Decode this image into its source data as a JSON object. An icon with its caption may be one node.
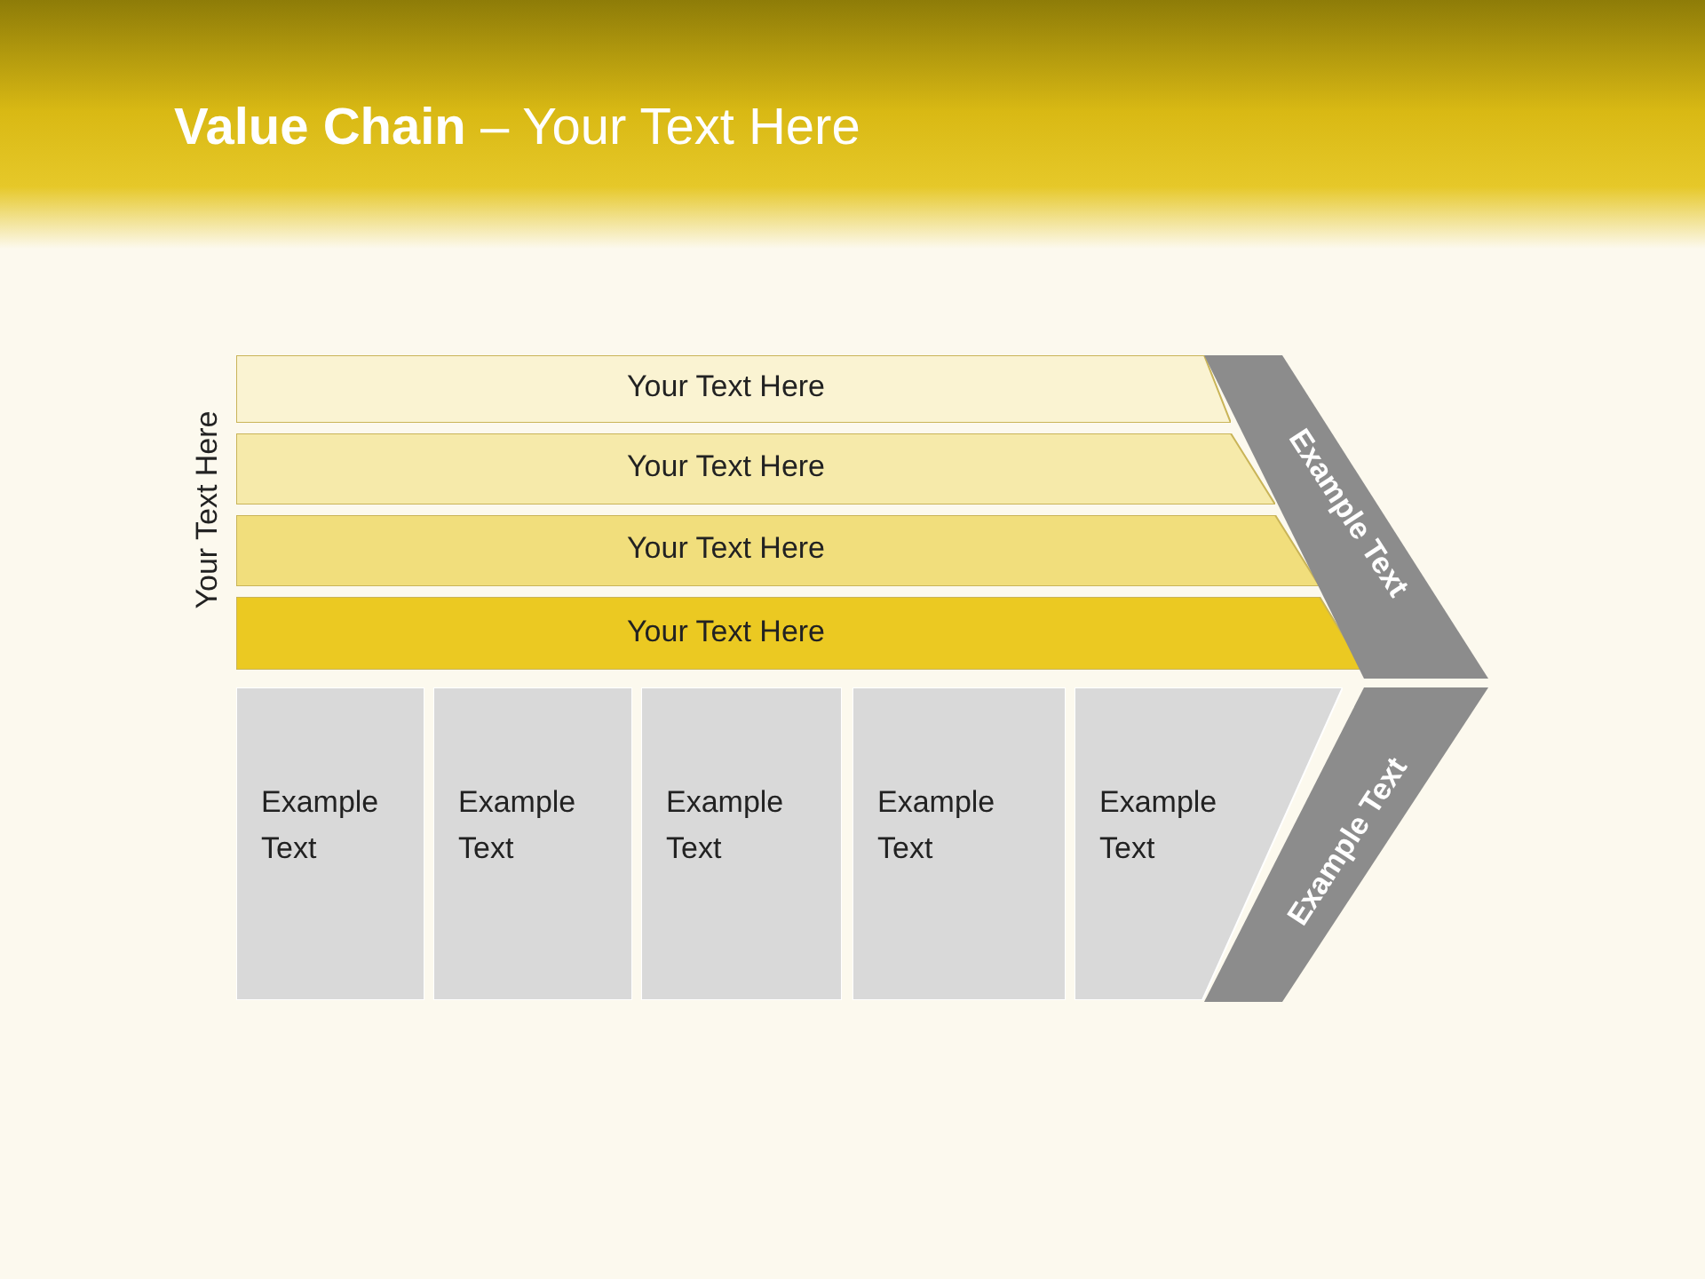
{
  "diagram": {
    "title": "**Value Chain** – Your Text Here",
    "nodes": [
      {
        "text": [
          "Your Text Here"
        ]
      },
      {
        "text": [
          "Your Text Here"
        ]
      },
      {
        "text": [
          "Your Text Here"
        ]
      },
      {
        "text": [
          "Your Text Here"
        ]
      },
      {
        "text": [
          "Example Text"
        ]
      },
      {
        "text": [
          "Example Text"
        ]
      },
      {
        "text": [
          "Example Text"
        ]
      },
      {
        "text": [
          "Example Text"
        ]
      },
      {
        "text": [
          "Example Text"
        ]
      },
      {
        "text": [
          "Example Text"
        ]
      },
      {
        "text": [
          "Example Text"
        ]
      }
    ],
    "edges": [],
    "labels": [
      "Your Text Here"
    ]
  }
}
